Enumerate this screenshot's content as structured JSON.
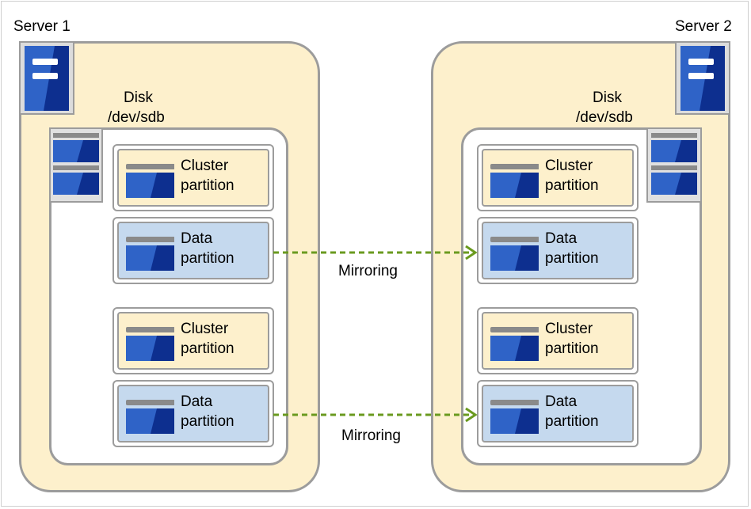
{
  "servers": [
    {
      "label": "Server 1",
      "disk": {
        "title": "Disk",
        "device": "/dev/sdb"
      }
    },
    {
      "label": "Server 2",
      "disk": {
        "title": "Disk",
        "device": "/dev/sdb"
      }
    }
  ],
  "partitions": {
    "cluster_line1": "Cluster",
    "data_line1": "Data",
    "line2": "partition"
  },
  "mirroring_label": "Mirroring",
  "colors": {
    "server_fill": "#fdf0cc",
    "data_fill": "#c5d9ee",
    "icon_blue": "#2f63c7",
    "icon_dark_blue": "#0d2f8f",
    "arrow_green": "#6a9a1f",
    "border_gray": "#9c9c9c"
  },
  "icons": [
    "server-icon",
    "disk-icon",
    "partition-icon",
    "arrow-right-icon"
  ]
}
